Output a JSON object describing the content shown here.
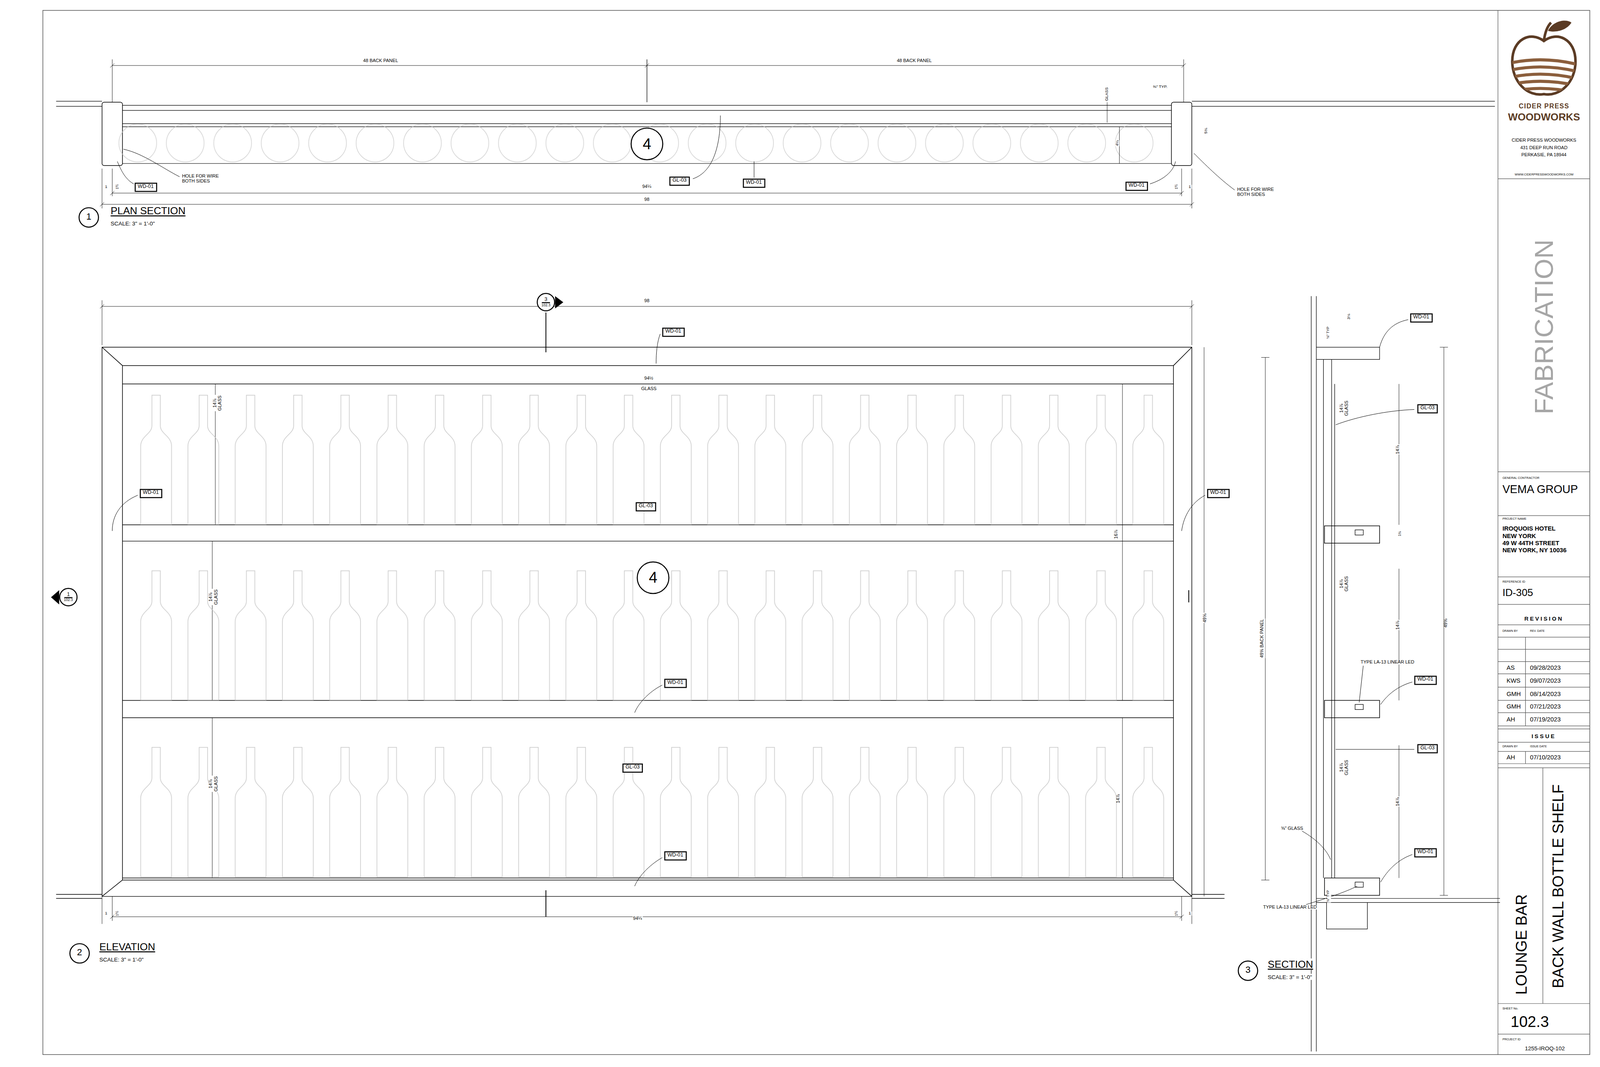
{
  "diagram": {
    "nodes": [
      {
        "text": [
          "4"
        ]
      },
      {
        "text": [
          "GL-03"
        ]
      },
      {
        "text": [
          "WD-01"
        ]
      },
      {
        "text": [
          "WD-01"
        ]
      },
      {
        "text": [
          "WD-01"
        ]
      },
      {
        "text": [
          "1"
        ]
      },
      {
        "text": [
          "3",
          "102.3"
        ]
      },
      {
        "text": [
          "WD-01"
        ]
      },
      {
        "text": [
          "WD-01"
        ]
      },
      {
        "text": [
          "GL-03"
        ]
      },
      {
        "text": [
          "WD-01"
        ]
      },
      {
        "text": [
          "WD-01"
        ]
      },
      {
        "text": [
          "GL-03"
        ]
      },
      {
        "text": [
          "4"
        ]
      },
      {
        "text": [
          "1",
          "102.3"
        ]
      },
      {
        "text": [
          "WD-01"
        ]
      },
      {
        "text": [
          "WD-01"
        ]
      },
      {
        "text": [
          "GL-03"
        ]
      },
      {
        "text": [
          "GL-03"
        ]
      },
      {
        "text": [
          "WD-01"
        ]
      },
      {
        "text": [
          "WD-01"
        ]
      },
      {
        "text": [
          "2"
        ]
      },
      {
        "text": [
          "3"
        ]
      }
    ],
    "labels": [
      "48 BACK PANEL",
      "48 BACK PANEL",
      "GLASS",
      "⅜\" TYP.",
      "4¼",
      "5¾",
      "HOLE FOR WIRE BOTH SIDES",
      "HOLE FOR WIRE BOTH SIDES",
      "1",
      "1½",
      "94¼",
      "1",
      "1½",
      "98",
      "PLAN SECTION",
      "SCALE: 3\" = 1'-0\"",
      "98",
      "94½",
      "GLASS",
      "14⅞ GLASS",
      "14⅞ GLASS",
      "14⅞ GLASS",
      "16⅞",
      "49⅝",
      "14⅞",
      "1",
      "1½",
      "94¼",
      "1½",
      "1",
      "ELEVATION",
      "SCALE: 3\" = 1'-0\"",
      "3⅛",
      "⅛\" TYP",
      "14⅞ GLASS",
      "49⅝ BACK PANEL",
      "14⅞",
      "1¾",
      "14⅞ GLASS",
      "14⅞",
      "49⅝",
      "TYPE LA-13 LINEAR LED",
      "14⅞ GLASS",
      "14⅞",
      "⅝\" GLASS",
      "⅛\" TYP",
      "TYPE LA-13 LINEAR LED",
      "SECTION",
      "SCALE: 3\" = 1'-0\"",
      "CIDER PRESS",
      "WOODWORKS",
      "CIDER PRESS WOODWORKS",
      "431 DEEP RUN ROAD",
      "PERKASIE, PA 18944",
      "WWW.CIDERPRESSWOODWORKS.COM",
      "FABRICATION",
      "GENERAL CONTRACTOR",
      "VEMA GROUP",
      "PROJECT NAME",
      "IROQUOIS HOTEL",
      "NEW YORK",
      "49 W 44TH STREET",
      "NEW YORK, NY 10036",
      "REFERENCE ID",
      "ID-305",
      "REVISION",
      "DRAWN BY",
      "REV. DATE",
      "AS",
      "09/28/2023",
      "KWS",
      "09/07/2023",
      "GMH",
      "08/14/2023",
      "GMH",
      "07/21/2023",
      "AH",
      "07/19/2023",
      "ISSUE",
      "DRAWN BY",
      "ISSUE DATE",
      "AH",
      "07/10/2023",
      "LOUNGE BAR",
      "BACK WALL BOTTLE SHELF",
      "SHEET No.",
      "102.3",
      "PROJECT ID",
      "1255-IROQ-102"
    ]
  }
}
